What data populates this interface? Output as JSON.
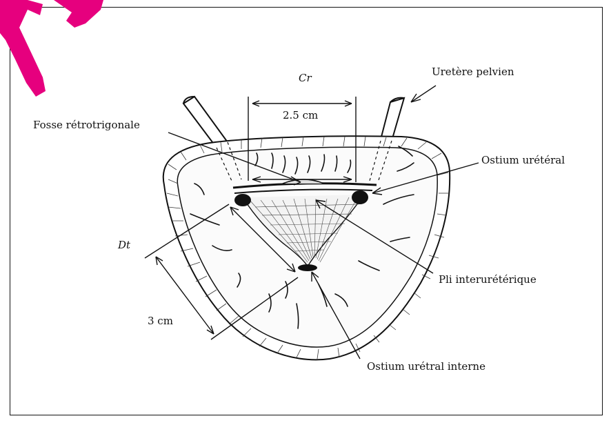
{
  "figure": {
    "title_letter": "Cr",
    "distance_top": "2.5 cm",
    "side_letter": "Dt",
    "distance_side": "3 cm",
    "labels": {
      "uretere_pelvien": "Uretère pelvien",
      "fosse_retrotrigonale": "Fosse rétrotrigonale",
      "ostium_ureteral": "Ostium urétéral",
      "pli_interureterique": "Pli interurétérique",
      "ostium_uretral_interne": "Ostium urétral interne"
    }
  },
  "colors": {
    "ink": "#111111",
    "watermark": "#e6007e"
  }
}
